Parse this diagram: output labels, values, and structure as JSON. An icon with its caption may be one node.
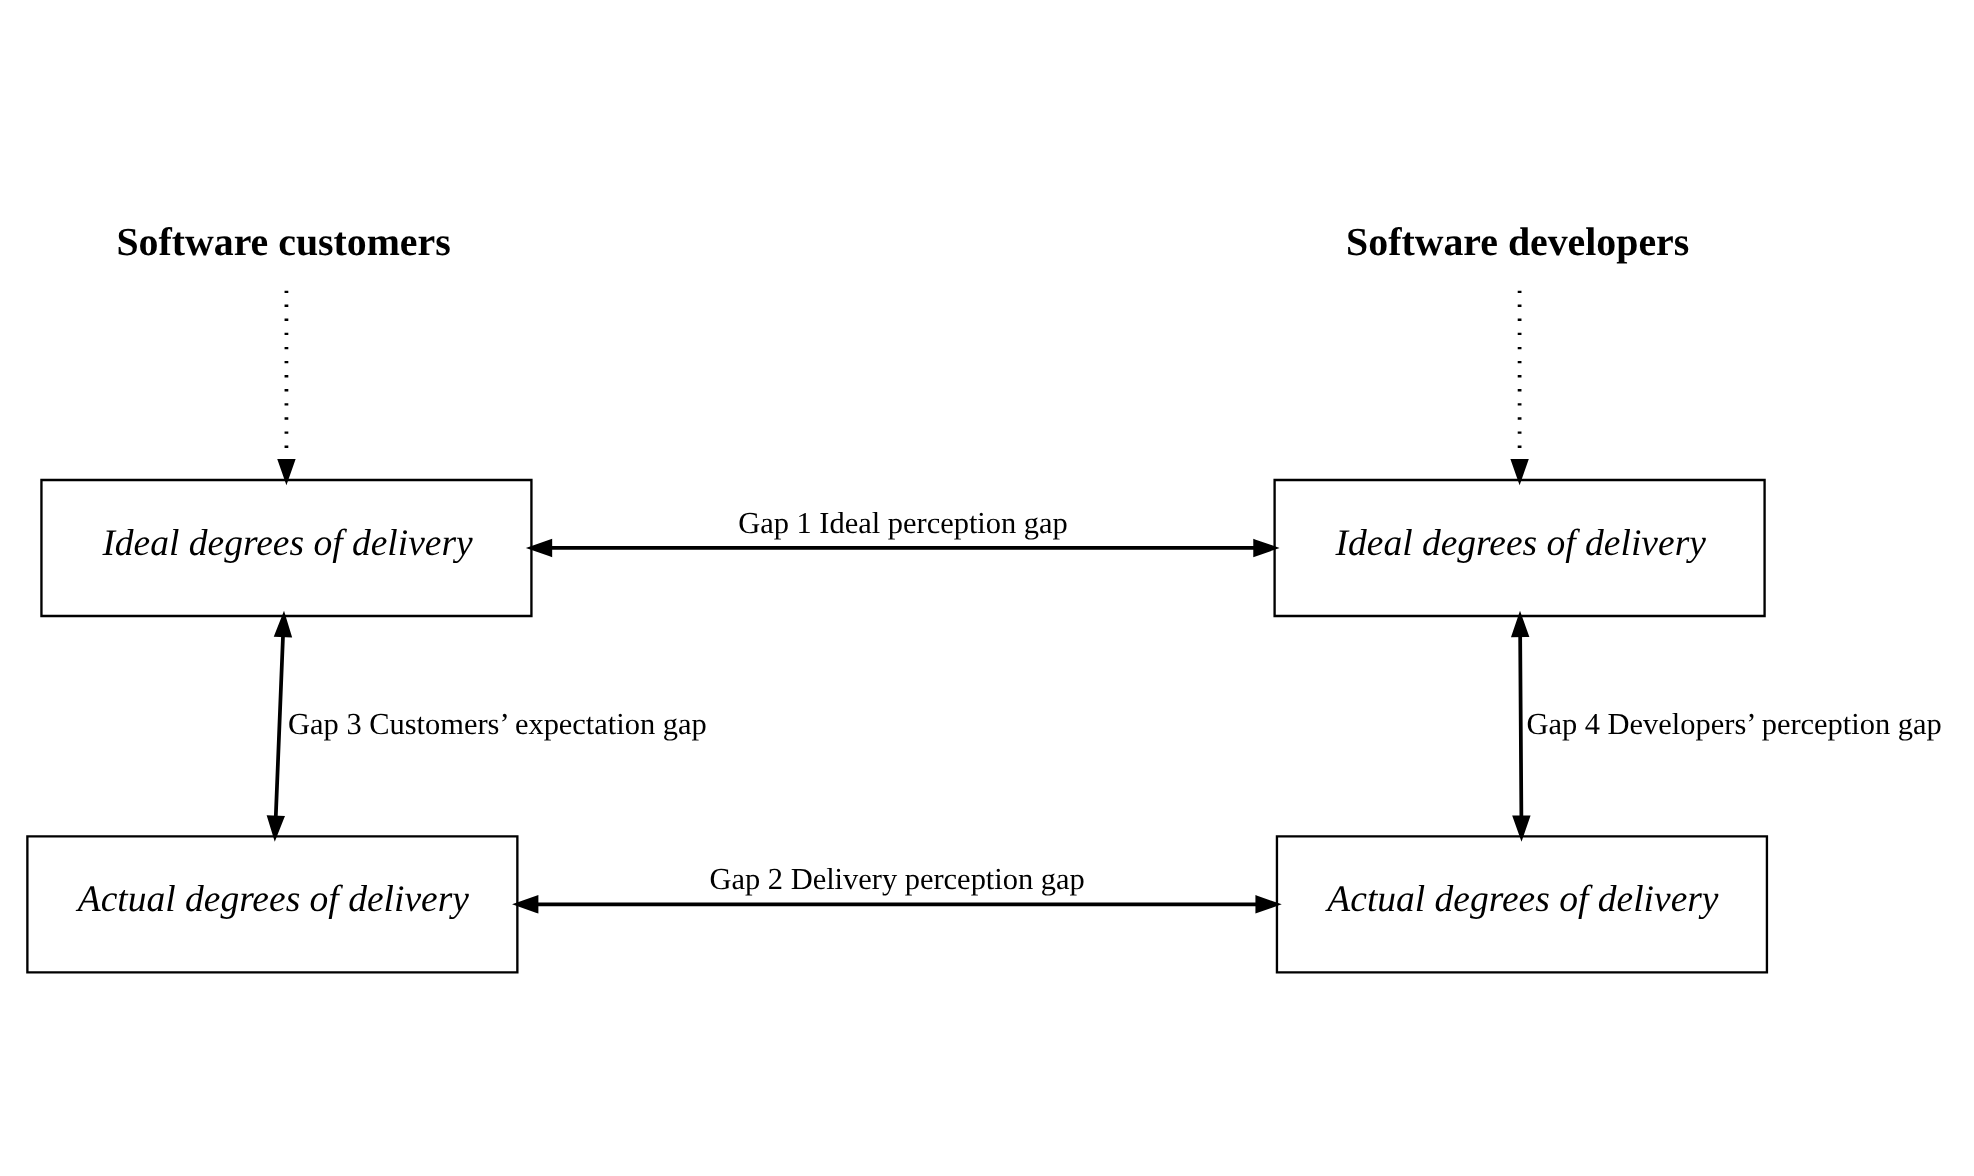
{
  "diagram": {
    "nodes": [
      {
        "text": [
          "Software customers"
        ]
      },
      {
        "text": [
          "Software developers"
        ]
      },
      {
        "text": [
          "Ideal degrees of delivery"
        ]
      },
      {
        "text": [
          "Ideal degrees of delivery"
        ]
      },
      {
        "text": [
          "Actual degrees of delivery"
        ]
      },
      {
        "text": [
          "Actual degrees of delivery"
        ]
      }
    ],
    "edges": [
      {
        "from": 0,
        "to": 2,
        "arrow": "to",
        "style": "dashed"
      },
      {
        "from": 1,
        "to": 3,
        "arrow": "to",
        "style": "dashed"
      },
      {
        "from": 2,
        "to": 3,
        "arrow": "both",
        "label": "Gap 1 Ideal perception gap"
      },
      {
        "from": 2,
        "to": 4,
        "arrow": "both",
        "label": "Gap 3 Customers’ expectation gap"
      },
      {
        "from": 3,
        "to": 5,
        "arrow": "both",
        "label": "Gap 4 Developers’ perception gap"
      },
      {
        "from": 4,
        "to": 5,
        "arrow": "both",
        "label": "Gap 2 Delivery perception gap"
      }
    ]
  }
}
